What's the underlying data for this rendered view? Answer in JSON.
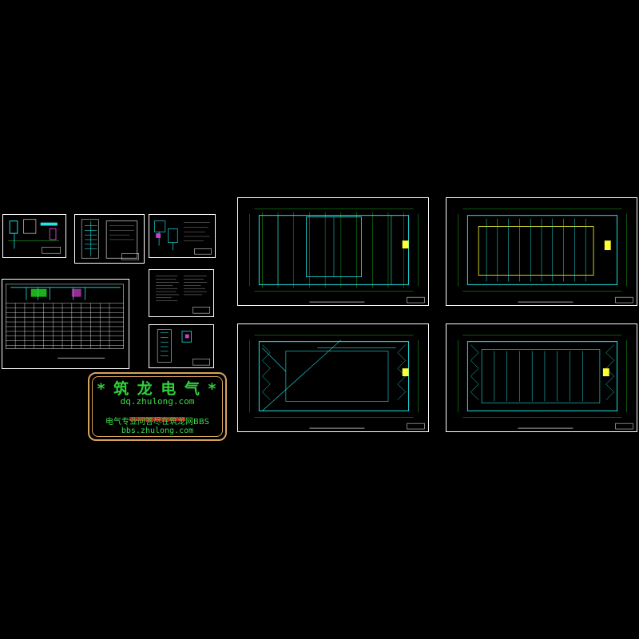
{
  "watermark": {
    "title": "* 筑 龙 电 气 *",
    "url_primary": "dq.zhulong.com",
    "subtitle": "电气专业问答尽在筑龙网BBS",
    "url_forum": "bbs.zhulong.com"
  },
  "colors": {
    "background": "#000000",
    "frame": "#ffffff",
    "grid": "#22dd22",
    "wire": "#22e5e5",
    "highlight": "#ffff33",
    "watermark_border": "#d8a35a",
    "watermark_text": "#2fd23a"
  },
  "sheets": [
    {
      "id": "detail-1",
      "kind": "detail"
    },
    {
      "id": "detail-2",
      "kind": "schematic"
    },
    {
      "id": "detail-3",
      "kind": "schematic"
    },
    {
      "id": "notes-1",
      "kind": "notes"
    },
    {
      "id": "distribution-table",
      "kind": "table"
    },
    {
      "id": "detail-4",
      "kind": "schematic"
    },
    {
      "id": "floor-plan-1",
      "kind": "plan"
    },
    {
      "id": "floor-plan-2",
      "kind": "plan"
    },
    {
      "id": "floor-plan-3",
      "kind": "plan"
    },
    {
      "id": "floor-plan-4",
      "kind": "plan"
    }
  ]
}
